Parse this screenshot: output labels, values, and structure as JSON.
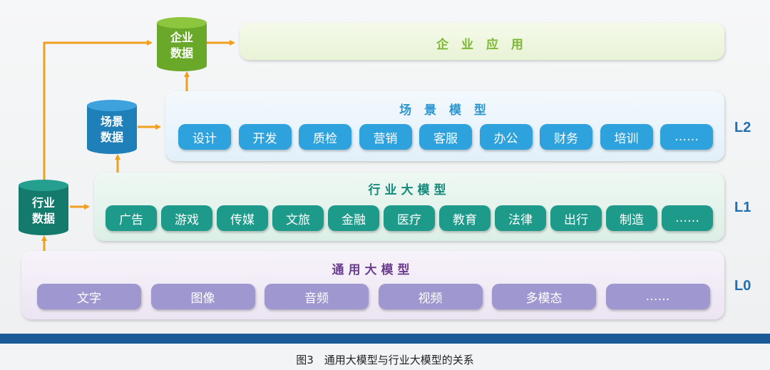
{
  "enterprise_app": {
    "title": "企 业 应 用"
  },
  "scene_model": {
    "title": "场 景 模 型",
    "level": "L2",
    "items": [
      "设计",
      "开发",
      "质检",
      "营销",
      "客服",
      "办公",
      "财务",
      "培训",
      "……"
    ]
  },
  "industry_model": {
    "title": "行业大模型",
    "level": "L1",
    "items": [
      "广告",
      "游戏",
      "传媒",
      "文旅",
      "金融",
      "医疗",
      "教育",
      "法律",
      "出行",
      "制造",
      "……"
    ]
  },
  "general_model": {
    "title": "通用大模型",
    "level": "L0",
    "items": [
      "文字",
      "图像",
      "音频",
      "视频",
      "多模态",
      "……"
    ]
  },
  "databases": {
    "enterprise": [
      "企业",
      "数据"
    ],
    "scene": [
      "场景",
      "数据"
    ],
    "industry": [
      "行业",
      "数据"
    ]
  },
  "caption": "图3　通用大模型与行业大模型的关系",
  "colors": {
    "arrow": "#f0a020",
    "scene_pill": "#2ea2dc",
    "industry_pill": "#1e9a8a",
    "general_pill": "#9f97cf",
    "enterprise_title": "#7cb832",
    "scene_title": "#2a95cf",
    "industry_title": "#138a7a",
    "general_title": "#6b3d8f",
    "bottom_bar": "#1a5a97"
  }
}
